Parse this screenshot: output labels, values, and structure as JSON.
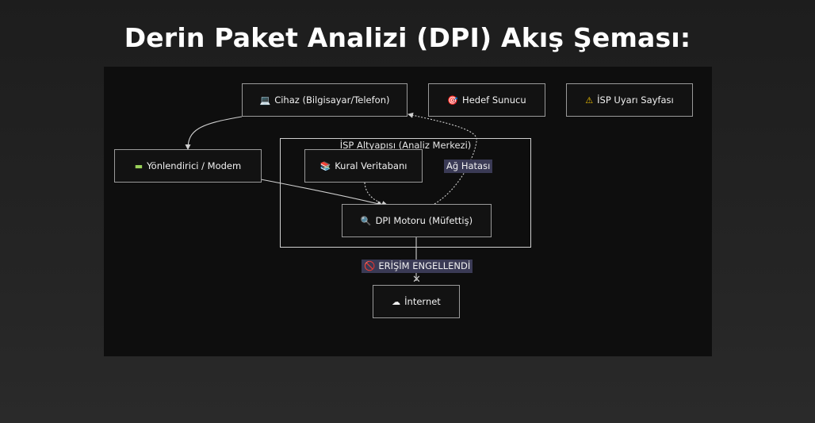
{
  "title": "Derin Paket Analizi (DPI) Akış Şeması:",
  "diagram": {
    "cluster": {
      "label": "İSP Altyapısı (Analiz Merkezi)"
    },
    "nodes": {
      "device": {
        "icon": "laptop-icon",
        "glyph": "💻",
        "label": "Cihaz (Bilgisayar/Telefon)"
      },
      "target": {
        "icon": "target-icon",
        "glyph": "🎯",
        "label": "Hedef Sunucu"
      },
      "warning": {
        "icon": "warning-icon",
        "glyph": "⚠",
        "label": "İSP Uyarı Sayfası"
      },
      "router": {
        "icon": "router-icon",
        "glyph": "▬",
        "label": "Yönlendirici / Modem"
      },
      "rules": {
        "icon": "books-icon",
        "glyph": "📚",
        "label": "Kural Veritabanı"
      },
      "dpi": {
        "icon": "magnifier-icon",
        "glyph": "🔍",
        "label": "DPI Motoru (Müfettiş)"
      },
      "internet": {
        "icon": "cloud-icon",
        "glyph": "☁",
        "label": "İnternet"
      }
    },
    "edge_labels": {
      "network_error": "Ağ Hatası",
      "blocked": {
        "icon": "no-entry-icon",
        "glyph": "🚫",
        "text": "ERİŞİM ENGELLENDİ"
      }
    },
    "colors": {
      "node_border": "#9a9a9a",
      "edge": "#cfcfcf",
      "label_bg": "#3a3a55",
      "router_icon": "#9ad15a"
    }
  }
}
